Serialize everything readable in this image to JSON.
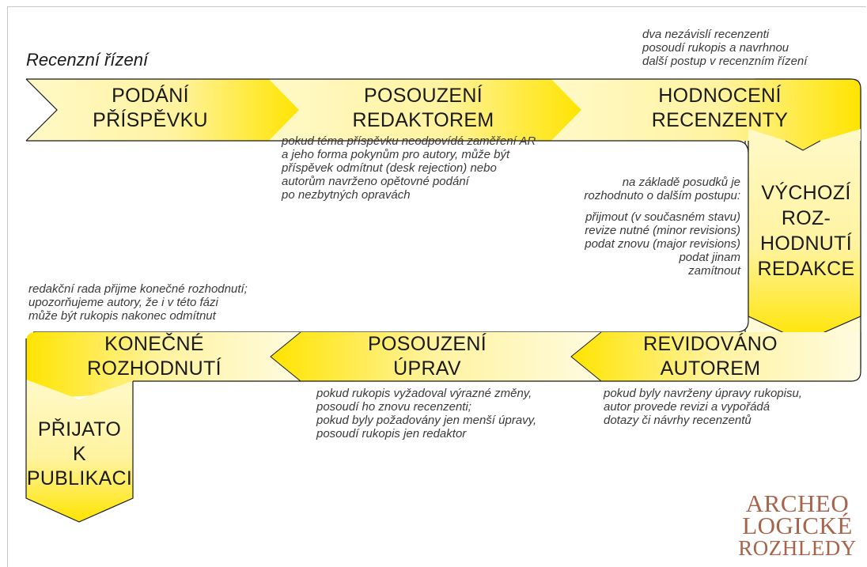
{
  "title": "Recenzní řízení",
  "colors": {
    "accent": "#ffe400",
    "accent_light": "#fff9c8",
    "border": "#1a1a1a",
    "logo": "#a8644b"
  },
  "steps": {
    "podani": [
      "PODÁNÍ",
      "PŘÍSPĚVKU"
    ],
    "posouzeni_redaktorem": [
      "POSOUZENÍ",
      "REDAKTOREM"
    ],
    "hodnoceni": [
      "HODNOCENÍ",
      "RECENZENTY"
    ],
    "vychozi": [
      "VÝCHOZÍ",
      "ROZ-",
      "HODNUTÍ",
      "REDAKCE"
    ],
    "revidovano": [
      "REVIDOVÁNO",
      "AUTOREM"
    ],
    "posouzeni_uprav": [
      "POSOUZENÍ",
      "ÚPRAV"
    ],
    "konecne": [
      "KONEČNÉ",
      "ROZHODNUTÍ"
    ],
    "prijato": [
      "PŘIJATO",
      "K",
      "PUBLIKACI"
    ]
  },
  "notes": {
    "recenzenti": "dva nezávislí recenzenti\nposoudí rukopis a navrhnou\ndalší postup v recenzním řízení",
    "desk_rejection": "pokud téma příspěvku neodpovídá zaměření AR\na jeho forma pokynům pro autory, může být\npříspěvek odmítnut (desk rejection) nebo\nautorům navrženo opětovné podání\npo nezbytných opravách",
    "rozhodnuti_intro": "na základě posudků je\nrozhodnuto o dalším postupu:",
    "rozhodnuti_options": "přijmout (v současném stavu)\nrevize nutné (minor revisions)\npodat znovu (major revisions)\npodat jinam\nzamítnout",
    "konecne": "redakční rada přijme konečné rozhodnutí;\nupozorňujeme autory, že i v této fázi\nmůže být rukopis nakonec odmítnut",
    "uprav": "pokud rukopis vyžadoval výrazné změny,\nposoudí ho znovu recenzenti;\npokud byly požadovány jen menší úpravy,\nposoudí rukopis jen redaktor",
    "revize": "pokud byly navrženy úpravy rukopisu,\nautor provede revizi a vypořádá\ndotazy či návrhy recenzentů"
  },
  "logo": [
    "ARCHEO",
    "LOGICKÉ",
    "ROZHLEDY"
  ]
}
